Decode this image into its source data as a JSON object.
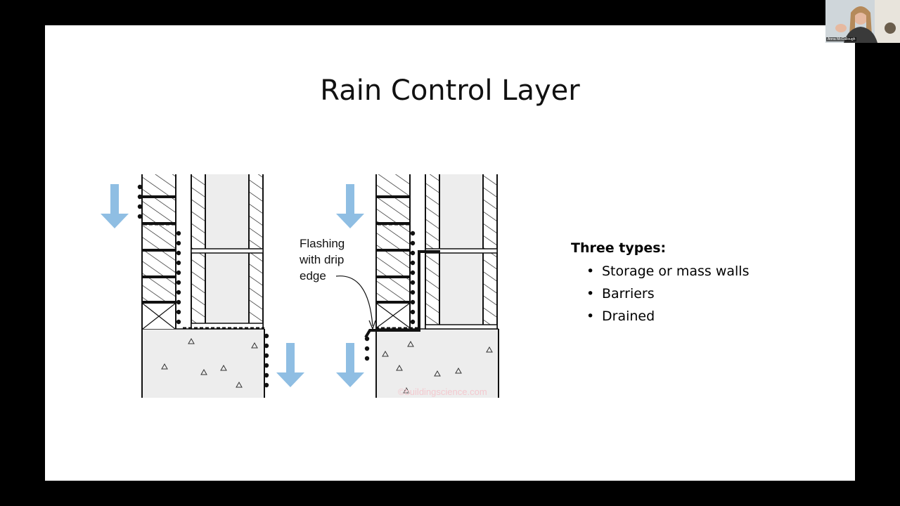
{
  "slide": {
    "title": "Rain Control Layer",
    "diagram_label": [
      "Flashing",
      "with drip",
      "edge"
    ],
    "watermark": "©buildingscience.com",
    "list_heading": "Three types:",
    "items": [
      "Storage or mass walls",
      "Barriers",
      "Drained"
    ]
  },
  "webcam": {
    "name": "Anna McCullough"
  },
  "colors": {
    "arrow": "#8fbee3",
    "concrete": "#ededed",
    "slide_bg": "#ffffff",
    "frame": "#000000"
  }
}
